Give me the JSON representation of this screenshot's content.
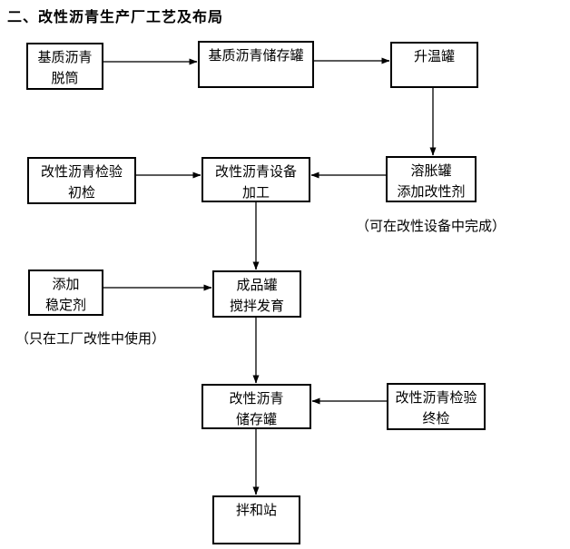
{
  "title": "二、改性沥青生产厂工艺及布局",
  "colors": {
    "background": "#ffffff",
    "box_border": "#000000",
    "text": "#000000",
    "arrow_shaft": "#595959",
    "arrow_head": "#000000"
  },
  "flowchart": {
    "nodes": [
      {
        "id": "base-asphalt-drum-unloading",
        "lines": [
          "基质沥青",
          "脱筒"
        ]
      },
      {
        "id": "base-asphalt-storage-tank",
        "lines": [
          "基质沥青储存罐"
        ]
      },
      {
        "id": "heating-tank",
        "lines": [
          "升温罐"
        ]
      },
      {
        "id": "modified-asphalt-initial-inspection",
        "lines": [
          "改性沥青检验",
          "初检"
        ]
      },
      {
        "id": "modified-asphalt-equipment-processing",
        "lines": [
          "改性沥青设备",
          "加工"
        ]
      },
      {
        "id": "swelling-tank-add-modifier",
        "lines": [
          "溶胀罐",
          "添加改性剂"
        ]
      },
      {
        "id": "add-stabilizer",
        "lines": [
          "添加",
          "稳定剂"
        ]
      },
      {
        "id": "finished-product-tank-stirring",
        "lines": [
          "成品罐",
          "搅拌发育"
        ]
      },
      {
        "id": "modified-asphalt-storage-tank",
        "lines": [
          "改性沥青",
          "储存罐"
        ]
      },
      {
        "id": "modified-asphalt-final-inspection",
        "lines": [
          "改性沥青检验",
          "终检"
        ]
      },
      {
        "id": "mixing-plant",
        "lines": [
          "拌和站"
        ]
      }
    ],
    "notes": [
      {
        "id": "note-swelling",
        "text": "（可在改性设备中完成）"
      },
      {
        "id": "note-stabilizer",
        "text": "（只在工厂改性中使用）"
      }
    ],
    "edges": [
      {
        "from": "base-asphalt-drum-unloading",
        "to": "base-asphalt-storage-tank"
      },
      {
        "from": "base-asphalt-storage-tank",
        "to": "heating-tank"
      },
      {
        "from": "heating-tank",
        "to": "swelling-tank-add-modifier"
      },
      {
        "from": "swelling-tank-add-modifier",
        "to": "modified-asphalt-equipment-processing"
      },
      {
        "from": "modified-asphalt-initial-inspection",
        "to": "modified-asphalt-equipment-processing"
      },
      {
        "from": "modified-asphalt-equipment-processing",
        "to": "finished-product-tank-stirring"
      },
      {
        "from": "add-stabilizer",
        "to": "finished-product-tank-stirring"
      },
      {
        "from": "finished-product-tank-stirring",
        "to": "modified-asphalt-storage-tank"
      },
      {
        "from": "modified-asphalt-final-inspection",
        "to": "modified-asphalt-storage-tank"
      },
      {
        "from": "modified-asphalt-storage-tank",
        "to": "mixing-plant"
      }
    ]
  }
}
